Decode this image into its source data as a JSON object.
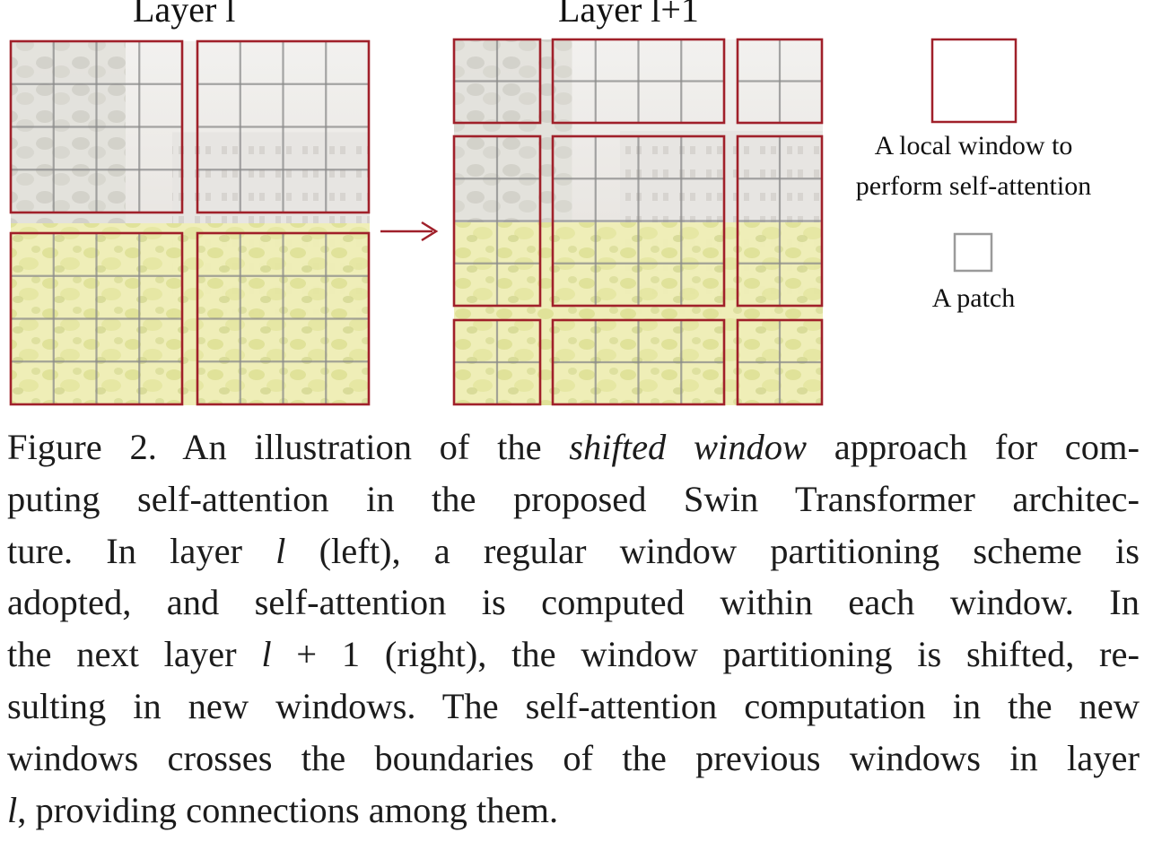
{
  "figure": {
    "layer_left_title": "Layer l",
    "layer_right_title": "Layer l+1",
    "legend": {
      "window_label_line1": "A local window to",
      "window_label_line2": "perform self-attention",
      "patch_label": "A patch"
    },
    "colors": {
      "window_border": "#a0202a",
      "patch_grid": "#8a8a8a",
      "arrow": "#a0202a"
    },
    "icons": {
      "arrow": "arrow-right-icon"
    }
  },
  "caption": {
    "line1_a": "Figure 2. An illustration of the ",
    "line1_em": "shifted window",
    "line1_b": " approach for com-",
    "line2": "puting self-attention in the proposed Swin Transformer architec-",
    "line3_a": "ture.  In layer ",
    "line3_em": "l",
    "line3_b": " (left), a regular window partitioning scheme is",
    "line4": "adopted, and self-attention is computed within each window.  In",
    "line5_a": "the next layer ",
    "line5_em": "l",
    "line5_b": " + 1 (right), the window partitioning is shifted, re-",
    "line6": "sulting in new windows. The self-attention computation in the new",
    "line7": "windows crosses the boundaries of the previous windows in layer",
    "line8_em": "l",
    "line8_b": ", providing connections among them."
  }
}
